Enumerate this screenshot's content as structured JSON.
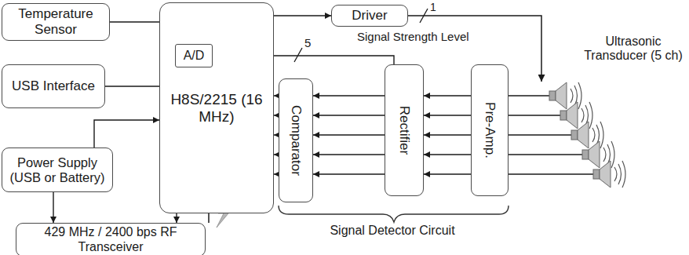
{
  "diagram": {
    "nodes": [
      {
        "text": [
          "Temperature Sensor"
        ]
      },
      {
        "text": [
          "USB Interface"
        ]
      },
      {
        "text": [
          "H8S/2215 (16 MHz)"
        ]
      },
      {
        "text": [
          "A/D"
        ],
        "in": 2
      },
      {
        "text": [
          "Power Supply (USB or Battery)"
        ]
      },
      {
        "text": [
          "429 MHz / 2400 bps RF Transceiver"
        ]
      },
      {
        "text": [
          "Driver"
        ]
      },
      {
        "text": [
          "Comparator"
        ]
      },
      {
        "text": [
          "Rectifier"
        ]
      },
      {
        "text": [
          "Pre-Amp."
        ]
      }
    ],
    "edges": [
      {
        "from": 0,
        "to": 2,
        "arrow": "none"
      },
      {
        "from": 1,
        "to": 2,
        "arrow": "none"
      },
      {
        "from": 4,
        "to": 2,
        "arrow": "to"
      },
      {
        "from": 4,
        "to": 5,
        "arrow": "to"
      },
      {
        "from": 2,
        "to": 5,
        "arrow": "to"
      },
      {
        "from": 2,
        "to": 6,
        "arrow": "to"
      },
      {
        "from": 8,
        "to": 3,
        "label": "5",
        "arrow": "to"
      },
      {
        "from": 9,
        "to": 8,
        "arrow": "to"
      },
      {
        "from": 9,
        "to": 8,
        "arrow": "to"
      },
      {
        "from": 9,
        "to": 8,
        "arrow": "to"
      },
      {
        "from": 9,
        "to": 8,
        "arrow": "to"
      },
      {
        "from": 9,
        "to": 8,
        "arrow": "to"
      },
      {
        "from": 8,
        "to": 7,
        "arrow": "to"
      },
      {
        "from": 8,
        "to": 7,
        "arrow": "to"
      },
      {
        "from": 8,
        "to": 7,
        "arrow": "to"
      },
      {
        "from": 8,
        "to": 7,
        "arrow": "to"
      },
      {
        "from": 8,
        "to": 7,
        "arrow": "to"
      },
      {
        "from": 7,
        "to": 2,
        "arrow": "to"
      },
      {
        "from": 7,
        "to": 2,
        "arrow": "to"
      },
      {
        "from": 7,
        "to": 2,
        "arrow": "to"
      },
      {
        "from": 7,
        "to": 2,
        "arrow": "to"
      },
      {
        "from": 7,
        "to": 2,
        "arrow": "to"
      }
    ],
    "labels": [
      "1",
      "Signal Strength Level",
      "Ultrasonic Transducer (5 ch)",
      "Signal Detector Circuit"
    ]
  }
}
